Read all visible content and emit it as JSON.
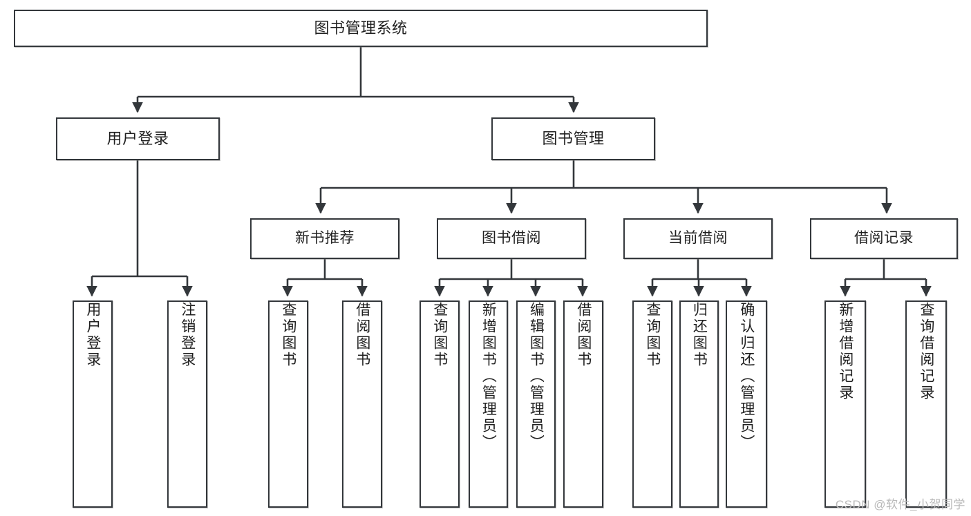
{
  "diagram": {
    "title": "图书管理系统",
    "type": "tree-hierarchy-chart",
    "watermark": "CSDN @软件_小贺同学",
    "colors": {
      "node_border": "#33373b",
      "node_fill": "#ffffff",
      "edge": "#33373b",
      "text": "#1f1f1f",
      "watermark": "#b9b9b9"
    },
    "nodes": {
      "root": {
        "label": "图书管理系统"
      },
      "level1": [
        {
          "label": "用户登录"
        },
        {
          "label": "图书管理"
        }
      ],
      "level2": [
        {
          "label": "新书推荐"
        },
        {
          "label": "图书借阅"
        },
        {
          "label": "当前借阅"
        },
        {
          "label": "借阅记录"
        }
      ],
      "leaves": {
        "user_login": [
          {
            "label": "用户登录"
          },
          {
            "label": "注销登录"
          }
        ],
        "new_book_recommend": [
          {
            "label": "查询图书"
          },
          {
            "label": "借阅图书"
          }
        ],
        "book_borrow": [
          {
            "label": "查询图书"
          },
          {
            "label": "新增图书（管理员）"
          },
          {
            "label": "编辑图书（管理员）"
          },
          {
            "label": "借阅图书"
          }
        ],
        "current_borrow": [
          {
            "label": "查询图书"
          },
          {
            "label": "归还图书"
          },
          {
            "label": "确认归还（管理员）"
          }
        ],
        "borrow_record": [
          {
            "label": "新增借阅记录"
          },
          {
            "label": "查询借阅记录"
          }
        ]
      }
    }
  }
}
